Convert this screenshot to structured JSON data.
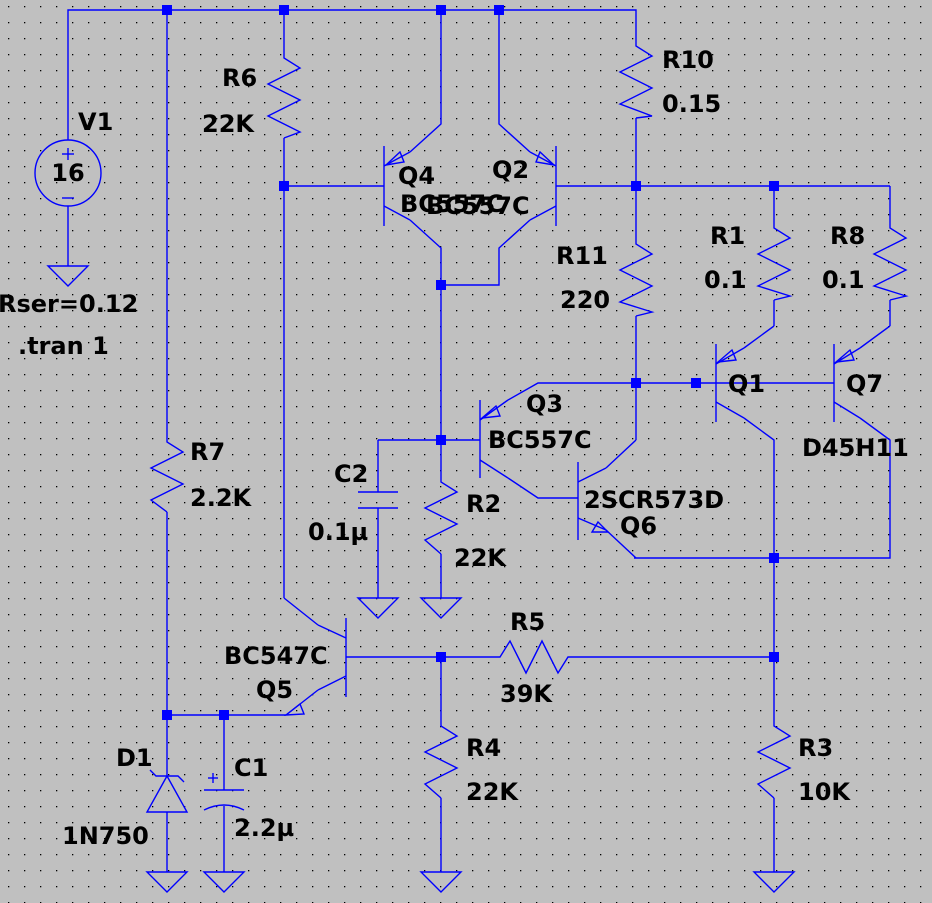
{
  "colors": {
    "background": "#c0c0c0",
    "wire": "#0000ff",
    "grid_dot": "#000000",
    "text": "#000000"
  },
  "source": {
    "name": "V1",
    "value": "16",
    "rser": "Rser=0.12",
    "directive": ".tran 1"
  },
  "resistors": {
    "R1": {
      "name": "R1",
      "value": "0.1"
    },
    "R2": {
      "name": "R2",
      "value": "22K"
    },
    "R3": {
      "name": "R3",
      "value": "10K"
    },
    "R4": {
      "name": "R4",
      "value": "22K"
    },
    "R5": {
      "name": "R5",
      "value": "39K"
    },
    "R6": {
      "name": "R6",
      "value": "22K"
    },
    "R7": {
      "name": "R7",
      "value": "2.2K"
    },
    "R8": {
      "name": "R8",
      "value": "0.1"
    },
    "R10": {
      "name": "R10",
      "value": "0.15"
    },
    "R11": {
      "name": "R11",
      "value": "220"
    }
  },
  "capacitors": {
    "C1": {
      "name": "C1",
      "value": "2.2µ"
    },
    "C2": {
      "name": "C2",
      "value": "0.1µ"
    }
  },
  "diode": {
    "name": "D1",
    "model": "1N750"
  },
  "transistors": {
    "Q1": {
      "name": "Q1",
      "model": ""
    },
    "Q2": {
      "name": "Q2",
      "model": "BC557C"
    },
    "Q3": {
      "name": "Q3",
      "model": "BC557C"
    },
    "Q4": {
      "name": "Q4",
      "model": "BC557C"
    },
    "Q5": {
      "name": "Q5",
      "model": "BC547C"
    },
    "Q6": {
      "name": "Q6",
      "model": "2SCR573D"
    },
    "Q7": {
      "name": "Q7",
      "model": "D45H11"
    }
  }
}
